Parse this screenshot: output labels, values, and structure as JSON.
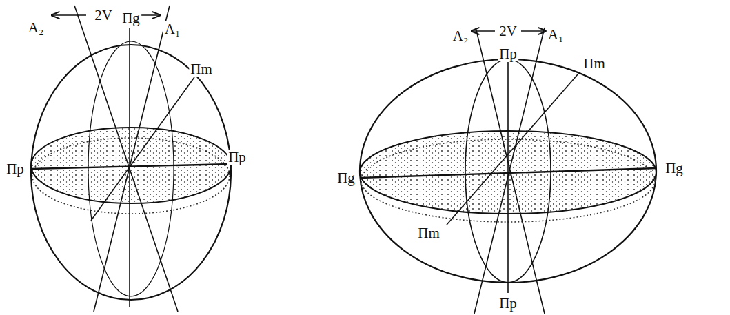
{
  "diagram": {
    "labels": [
      "A₂",
      "2V",
      "A₁",
      "Пg",
      "Пm",
      "Пp",
      "Пp",
      "A₂",
      "2V",
      "A₁",
      "Пp",
      "Пm",
      "Пg",
      "Пg",
      "Пm",
      "Пp"
    ]
  }
}
